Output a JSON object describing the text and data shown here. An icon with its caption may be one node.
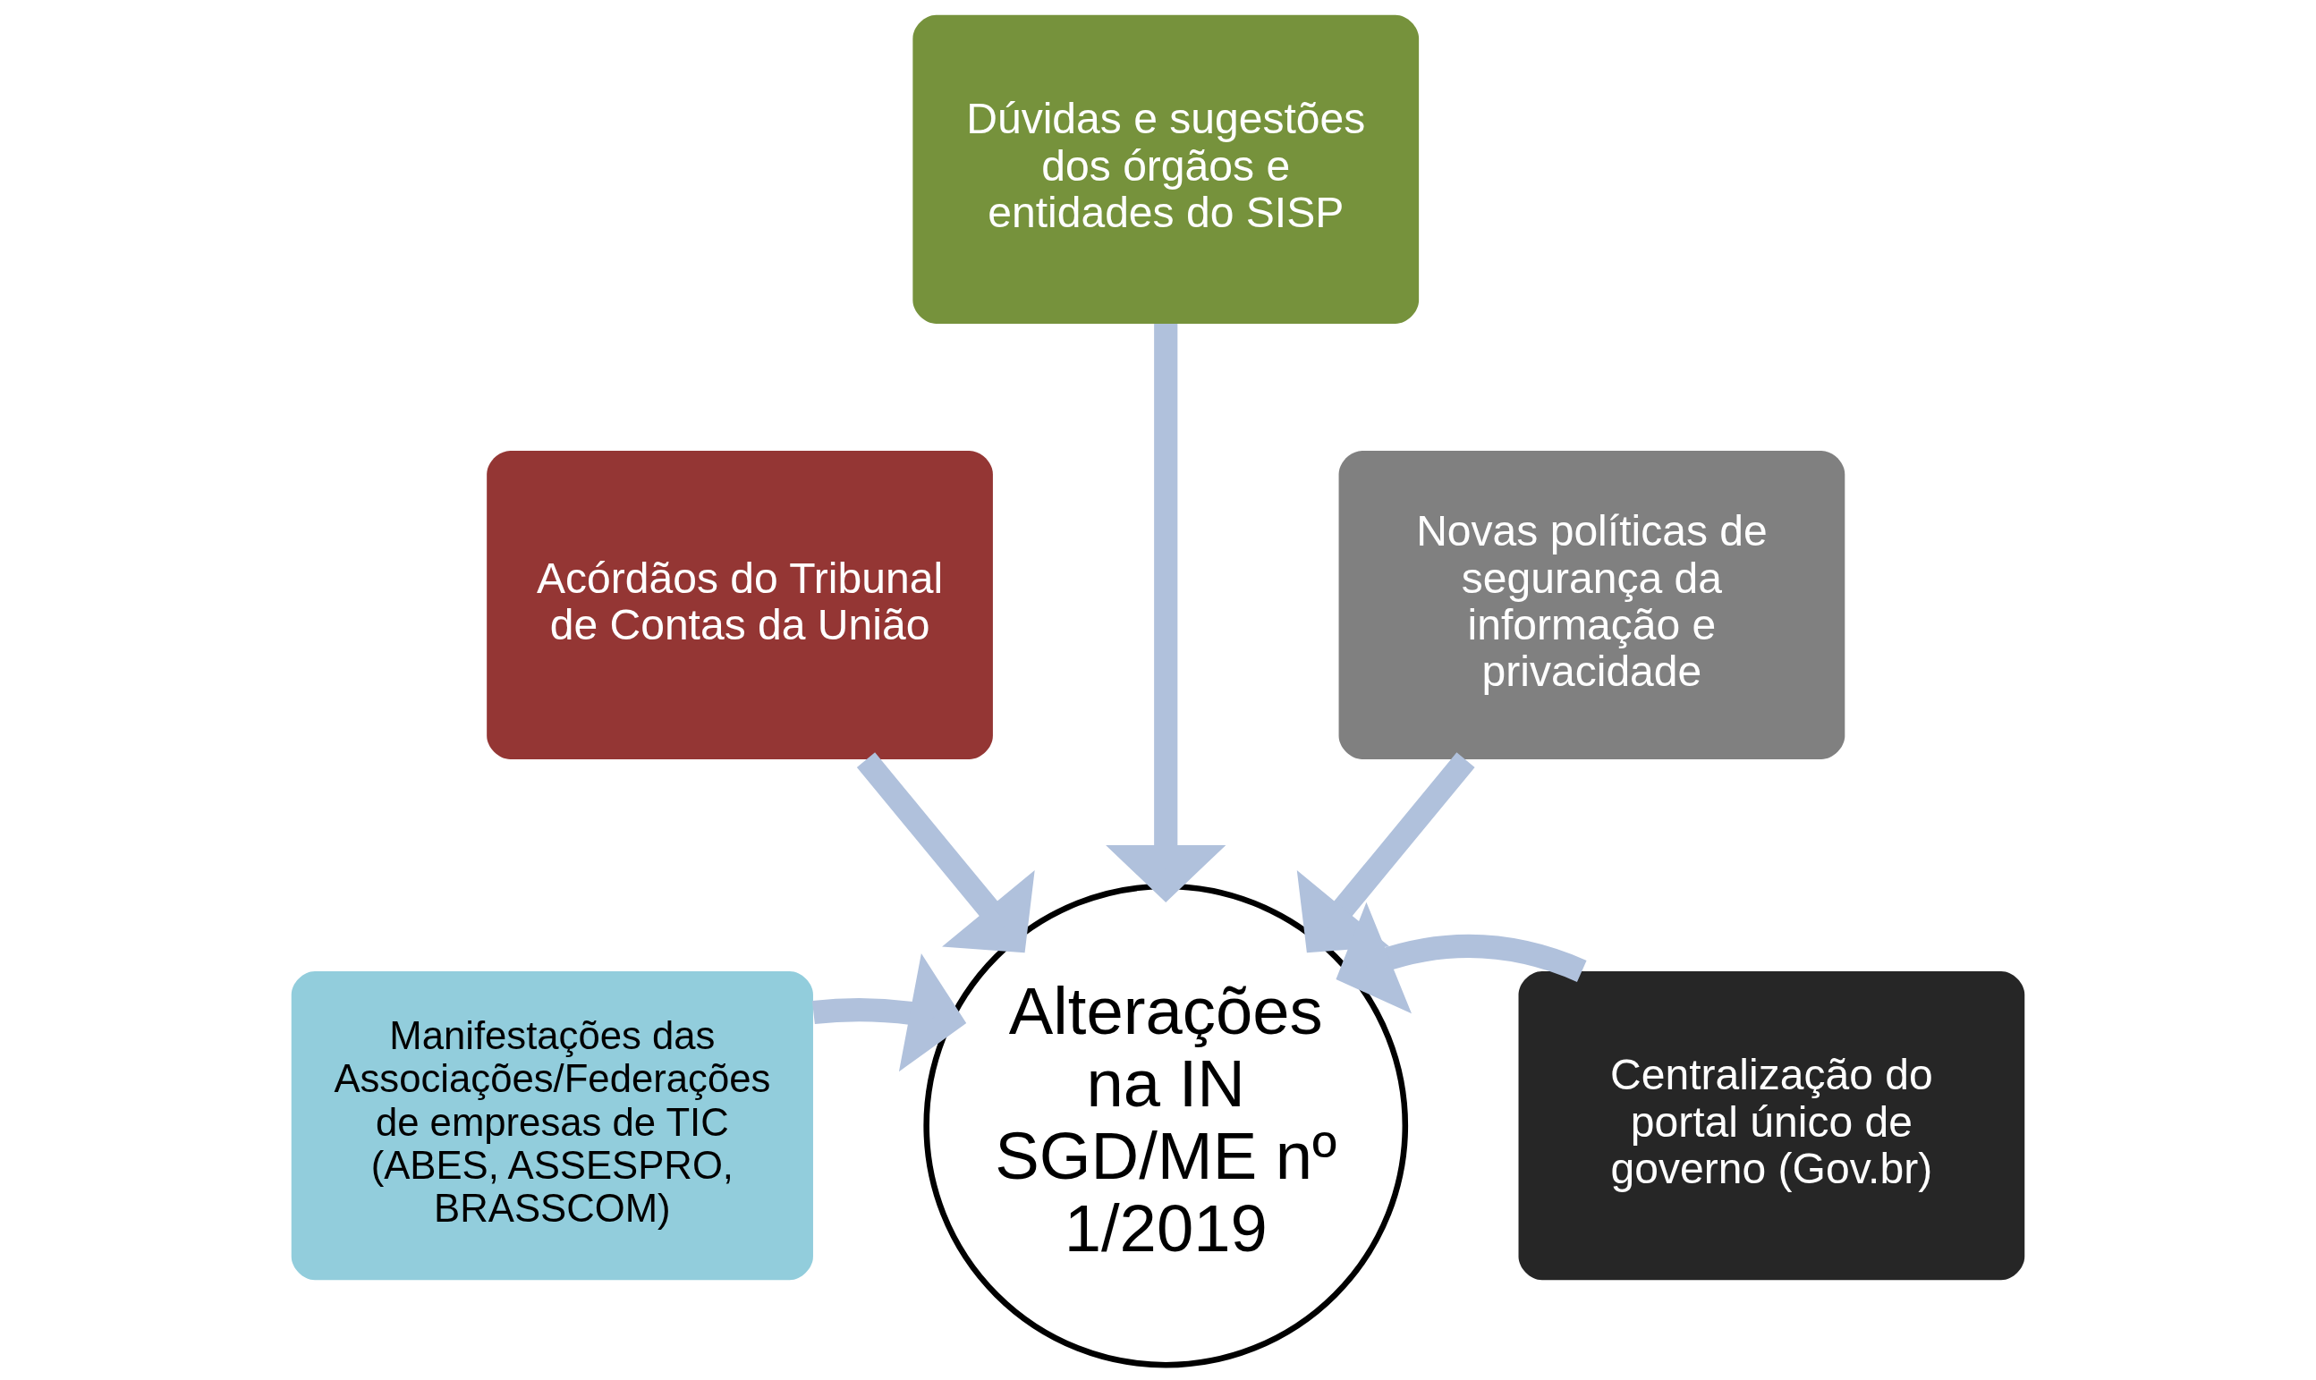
{
  "diagram": {
    "nodes": [
      {
        "text": [
          "Alterações na IN SGD/ME nº 1/2019"
        ]
      },
      {
        "text": [
          "Acórdãos do Tribunal de Contas da União"
        ]
      },
      {
        "text": [
          "Dúvidas e sugestões dos órgãos e entidades do SISP"
        ]
      },
      {
        "text": [
          "Novas políticas de segurança da informação e privacidade"
        ]
      },
      {
        "text": [
          "Manifestações das Associações/Federações de empresas de TIC",
          "(ABES, ASSESPRO, BRASSCOM)"
        ]
      },
      {
        "text": [
          "Centralização do portal único de governo (Gov.br)"
        ]
      }
    ],
    "edges": [
      {
        "from": 4,
        "to": 0,
        "arrow": "to"
      },
      {
        "from": 1,
        "to": 0,
        "arrow": "to"
      },
      {
        "from": 2,
        "to": 0,
        "arrow": "to"
      },
      {
        "from": 3,
        "to": 0,
        "arrow": "to"
      },
      {
        "from": 5,
        "to": 0,
        "arrow": "to"
      }
    ]
  }
}
